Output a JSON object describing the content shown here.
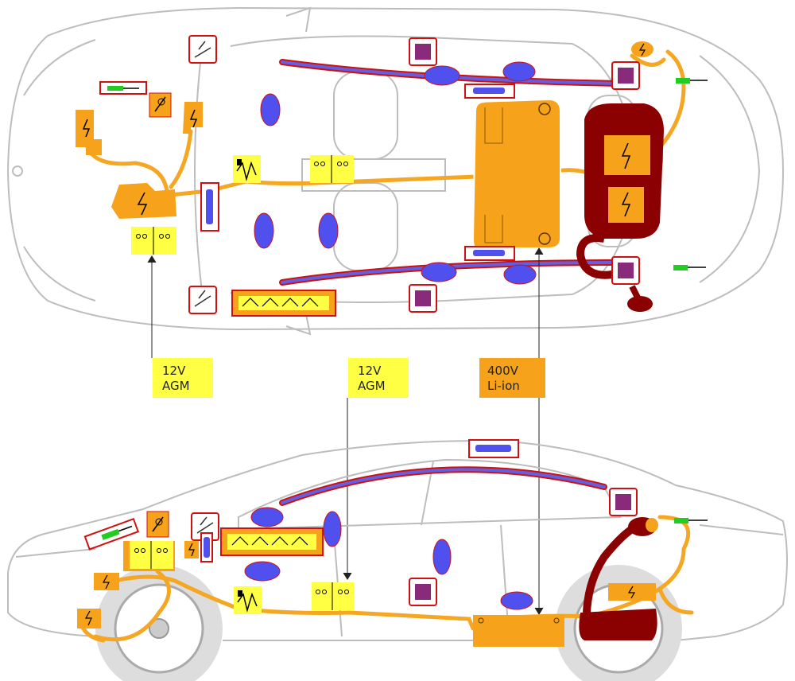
{
  "labels": {
    "battery_12v_front": [
      "12V",
      "AGM"
    ],
    "battery_12v_rear": [
      "12V",
      "AGM"
    ],
    "battery_hv": [
      "400V",
      "Li-ion"
    ]
  },
  "colors": {
    "outline": "#bdbdbd",
    "harness": "#f5a623",
    "hv_component": "#f7a21b",
    "fuel_tank": "#8b0000",
    "airbag": "#5050ee",
    "curtain_airbag": "#6060e0",
    "battery_12v": "#ffff44",
    "seatbelt_tensioner": "#ffd700",
    "gas_strut": "#22cc22",
    "airbag_ecu": "#8a2a7a",
    "warning_frame": "#d01010",
    "label_12v_fill": "#ffff44",
    "label_hv_fill": "#f7a21b"
  },
  "icons": [
    "high-voltage-icon",
    "battery-12v-icon",
    "airbag-icon",
    "curtain-airbag-icon",
    "gas-inflator-icon",
    "seatbelt-pretensioner-icon",
    "gas-strut-icon",
    "airbag-control-unit-icon",
    "pedestrian-protection-hood-icon",
    "fuel-tank-icon",
    "battery-cutoff-icon"
  ]
}
